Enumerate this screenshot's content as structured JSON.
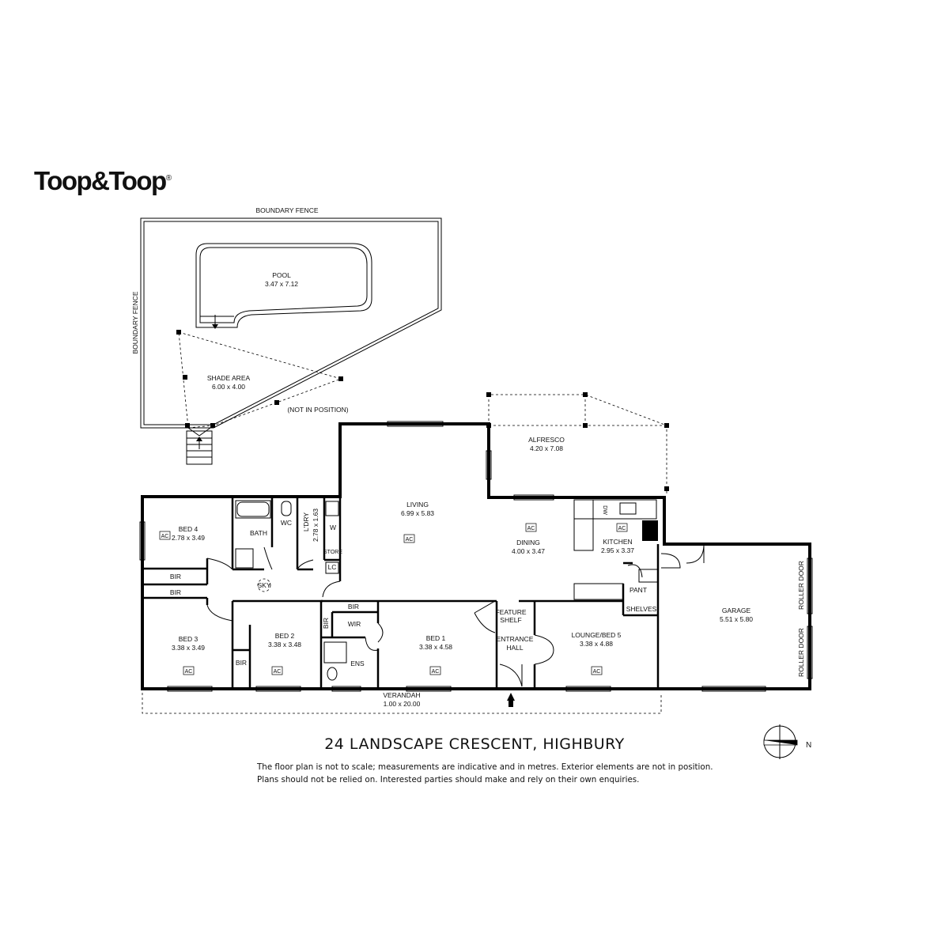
{
  "brand": {
    "name": "Toop&Toop",
    "mark": "®"
  },
  "address": "24 LANDSCAPE CRESCENT, HIGHBURY",
  "disclaimer": {
    "line1": "The floor plan is not to scale; measurements are indicative and in metres. Exterior elements are not in position.",
    "line2": "Plans should not be relied on. Interested parties should make and rely on their own enquiries."
  },
  "compass": {
    "label": "N"
  },
  "labels": {
    "boundary_fence_top": "BOUNDARY FENCE",
    "boundary_fence_side": "BOUNDARY FENCE",
    "pool": "POOL",
    "pool_dim": "3.47 x 7.12",
    "shade": "SHADE AREA",
    "shade_dim": "6.00 x 4.00",
    "not_in_position": "(NOT IN POSITION)",
    "alfresco": "ALFRESCO",
    "alfresco_dim": "4.20 x 7.08",
    "living": "LIVING",
    "living_dim": "6.99 x 5.83",
    "dining": "DINING",
    "dining_dim": "4.00 x 3.47",
    "kitchen": "KITCHEN",
    "kitchen_dim": "2.95 x 3.37",
    "dw": "DW",
    "bed4": "BED 4",
    "bed4_dim": "2.78 x 3.49",
    "bath": "BATH",
    "wc": "WC",
    "ldry": "L'DRY",
    "ldry_dim": "2.78 x 1.63",
    "w": "W",
    "store": "STORE",
    "lc": "LC",
    "bir_bed4": "BIR",
    "bir_bed3": "BIR",
    "bir_bed2": "BIR",
    "bir_wir": "BIR",
    "bir_side": "BIR",
    "sky": "SKY",
    "bed3": "BED 3",
    "bed3_dim": "3.38 x 3.49",
    "bed2": "BED 2",
    "bed2_dim": "3.38 x 3.48",
    "wir": "WIR",
    "ens": "ENS",
    "bed1": "BED 1",
    "bed1_dim": "3.38 x 4.58",
    "feature": "FEATURE",
    "shelf": "SHELF",
    "entrance": "ENTRANCE",
    "hall": "HALL",
    "lounge": "LOUNGE/BED 5",
    "lounge_dim": "3.38 x 4.88",
    "pant": "PANT",
    "shelves": "SHELVES",
    "garage": "GARAGE",
    "garage_dim": "5.51 x 5.80",
    "roller_door_1": "ROLLER DOOR",
    "roller_door_2": "ROLLER DOOR",
    "verandah": "VERANDAH",
    "verandah_dim": "1.00 x 20.00",
    "ac": "AC"
  }
}
